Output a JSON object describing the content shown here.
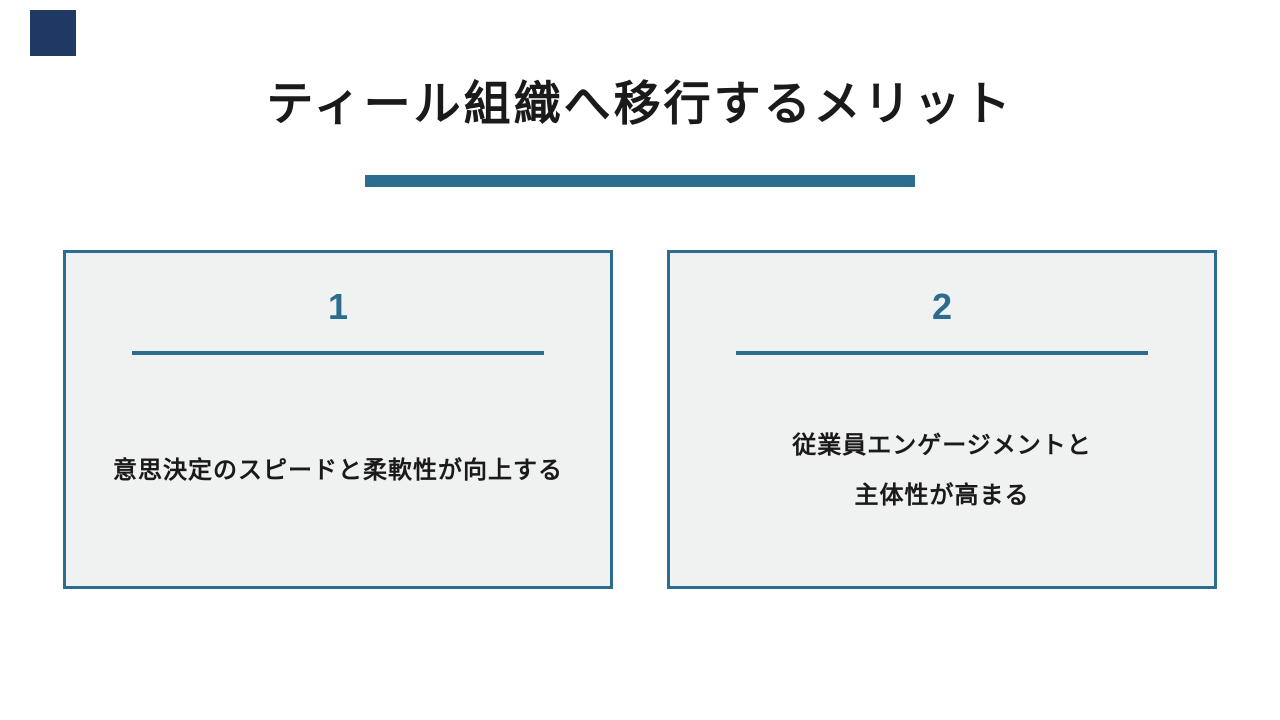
{
  "slide": {
    "title": "ティール組織へ移行するメリット",
    "cards": [
      {
        "number": "1",
        "lines": [
          "意思決定のスピードと柔軟性が向上する",
          ""
        ]
      },
      {
        "number": "2",
        "lines": [
          "従業員エンゲージメントと",
          "主体性が高まる"
        ]
      }
    ]
  },
  "colors": {
    "background": "#FFFFFF",
    "accent": "#2B6C8F",
    "corner_square": "#1F3864",
    "card_background": "#F0F1F1",
    "text": "#1A1A1A"
  }
}
